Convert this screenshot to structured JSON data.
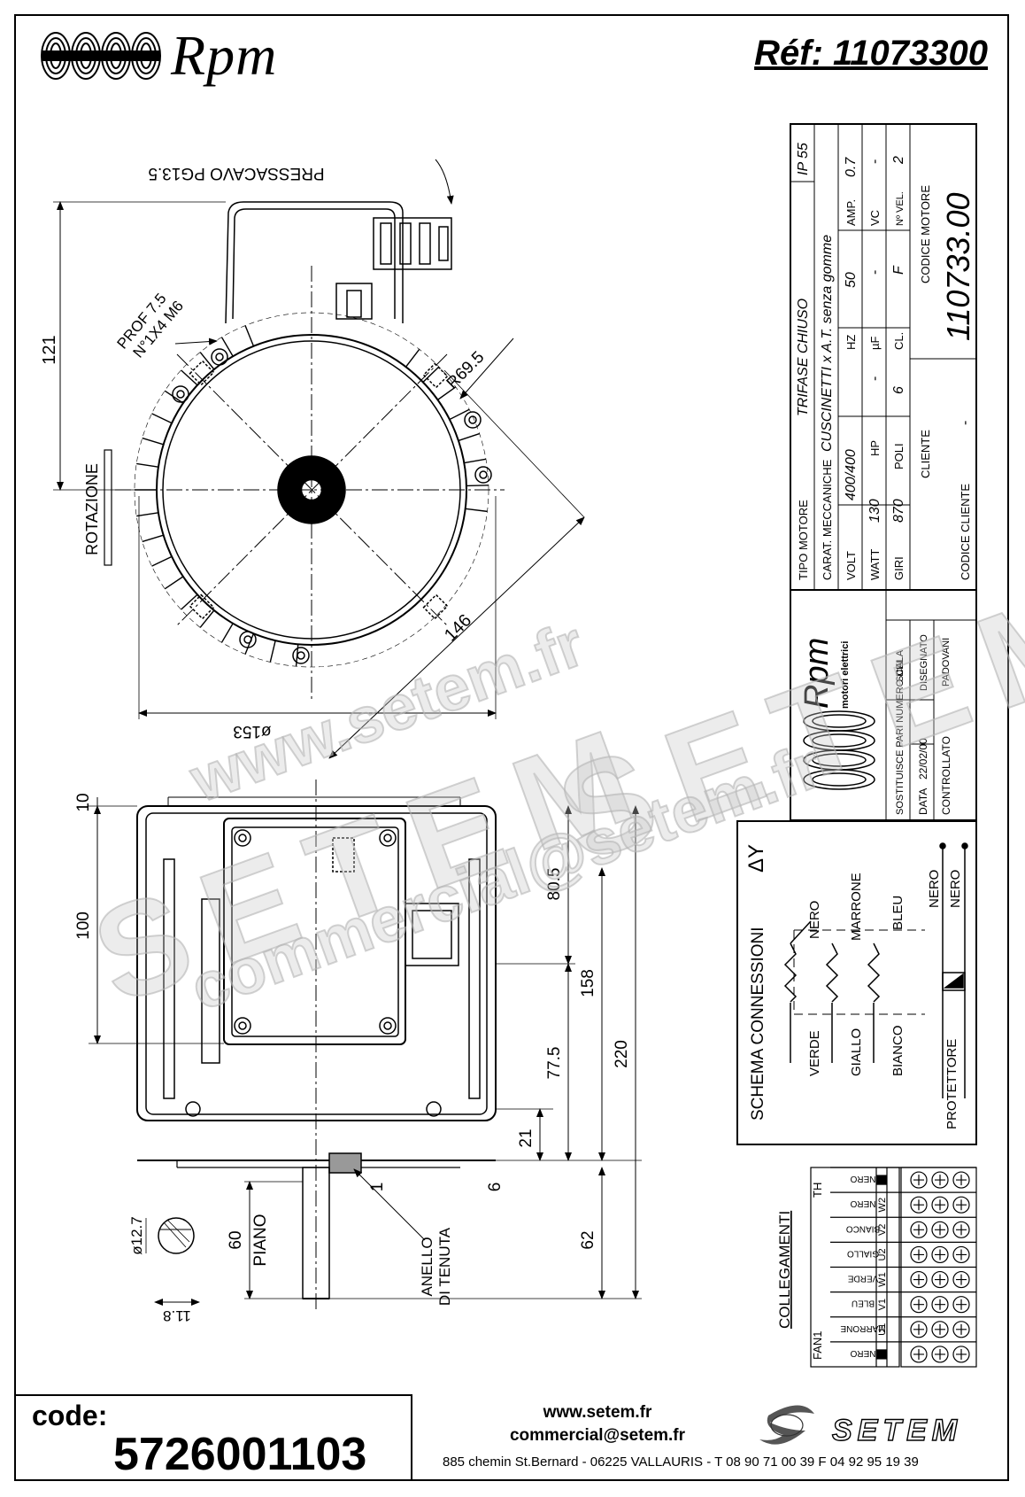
{
  "header": {
    "brand": "Rpm",
    "reference": "Réf: 11073300"
  },
  "drawing": {
    "top_view": {
      "cable_gland": "PRESSACAVO PG13.5",
      "prof_label": "PROF 7.5",
      "holes_label": "N°1X4 M6",
      "radius_label": "R69.5",
      "dim_height": "121",
      "dim_diag": "146",
      "dim_diameter": "ø153",
      "rotation_label": "ROTAZIONE"
    },
    "side_view": {
      "dim_10": "10",
      "dim_100": "100",
      "dim_80_5": "80.5",
      "dim_158": "158",
      "dim_77_5": "77.5",
      "dim_220": "220",
      "dim_21": "21",
      "dim_6": "6",
      "dim_1": "1",
      "dim_62": "62",
      "dim_60": "60",
      "piano_label": "PIANO",
      "seal_label_1": "ANELLO",
      "seal_label_2": "DI TENUTA",
      "shaft_diameter": "ø12.7",
      "shaft_flat": "11.8"
    }
  },
  "title_block": {
    "tipo_motore_label": "TIPO MOTORE",
    "tipo_motore_value": "TRIFASE CHIUSO",
    "ip_value": "IP 55",
    "carat_label": "CARAT. MECCANICHE",
    "carat_value": "CUSCINETTI x A.T. senza gomme",
    "volt_label": "VOLT",
    "volt_value": "400/400",
    "hz_label": "HZ",
    "hz_value": "50",
    "amp_label": "AMP.",
    "amp_value": "0.7",
    "watt_label": "WATT",
    "watt_value": "130",
    "hp_label": "HP",
    "hp_value": "-",
    "uf_label": "µF",
    "uf_value": "-",
    "vc_label": "VC",
    "vc_value": "-",
    "giri_label": "GIRI",
    "giri_value": "870",
    "poli_label": "POLI",
    "poli_value": "6",
    "cl_label": "CL.",
    "cl_value": "F",
    "vel_label": "Nº VEL.",
    "vel_value": "2",
    "cliente_label": "CLIENTE",
    "codice_motore_label": "CODICE MOTORE",
    "codice_motore_value": "110733.00",
    "codice_cliente_label": "CODICE CLIENTE",
    "codice_cliente_value": "-",
    "rpm_brand": "Rpm",
    "rpm_sub": "motori elettrici",
    "sostituisce_label": "SOSTITUISCE PARI NUMERO DEL",
    "scala_label": "SCALA",
    "data_label": "DATA",
    "data_value": "22/02/00",
    "disegnato_label": "DISEGNATO",
    "disegnato_value": "PADOVANI",
    "controllato_label": "CONTROLLATO"
  },
  "schema": {
    "title": "SCHEMA CONNESSIONI",
    "symbol": "ΔY",
    "wires": [
      "VERDE",
      "NERO",
      "GIALLO",
      "MARRONE",
      "BIANCO",
      "BLEU"
    ],
    "protettore": "PROTETTORE",
    "nero_1": "NERO",
    "nero_2": "NERO"
  },
  "collegamenti": {
    "title": "COLLEGAMENTI",
    "fan_label": "FAN1",
    "th_label": "TH",
    "terminals": [
      "U1",
      "V1",
      "W1",
      "U2",
      "V2",
      "W2"
    ],
    "wire_labels": [
      "NERO",
      "MARRONE",
      "BLEU",
      "VERDE",
      "GIALLO",
      "BIANCO",
      "NERO",
      "NERO"
    ]
  },
  "footer": {
    "code_label": "code:",
    "code_value": "5726001103",
    "website": "www.setem.fr",
    "email": "commercial@setem.fr",
    "address": "885 chemin St.Bernard  -  06225 VALLAURIS  -  T 08 90 71 00 39   F 04 92 95 19 39",
    "setem_logo": "SETEM"
  },
  "watermark": {
    "line1": "www.setem.fr",
    "line2": "SETEM",
    "line3": "commercial@setem.fr"
  }
}
